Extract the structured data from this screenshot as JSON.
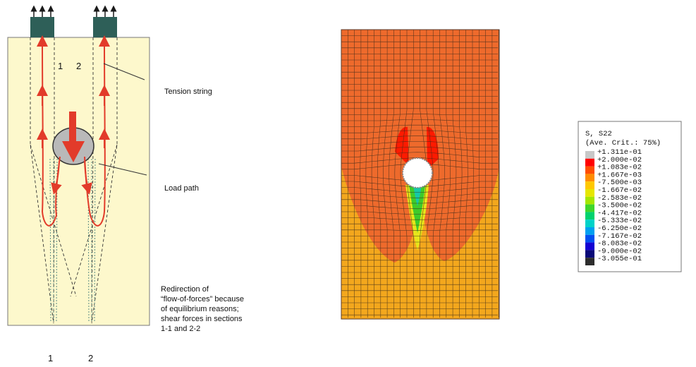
{
  "left_diagram": {
    "section_labels_top": [
      "1",
      "2"
    ],
    "section_labels_bottom": [
      "1",
      "2"
    ],
    "callouts": {
      "tension": "Tension string",
      "load": "Load path"
    },
    "note_lines": [
      "Redirection of",
      "“flow-of-forces” because",
      "of equilibrium reasons;",
      "shear forces in sections",
      "1-1 and 2-2"
    ],
    "colors": {
      "body": "#fdf8cc",
      "anchor": "#2e5f58",
      "force_arrow": "#e23b2a",
      "load_disc": "#b9b9b9"
    }
  },
  "fe_plot": {
    "mesh_colors": {
      "high": "#ee6a2c",
      "mid": "#f3a71d",
      "red": "#ff1a00",
      "green": "#3ecb2b",
      "yellow": "#e6e61b"
    }
  },
  "legend": {
    "title_lines": [
      "S, S22",
      "(Ave. Crit.: 75%)"
    ],
    "entries": [
      {
        "value": "+1.311e-01",
        "color": "#c8c8c8"
      },
      {
        "value": "+2.000e-02",
        "color": "#ff0000"
      },
      {
        "value": "+1.083e-02",
        "color": "#ff4d00"
      },
      {
        "value": "+1.667e-03",
        "color": "#ff8c00"
      },
      {
        "value": "-7.500e-03",
        "color": "#ffc800"
      },
      {
        "value": "-1.667e-02",
        "color": "#e6e600"
      },
      {
        "value": "-2.583e-02",
        "color": "#a5e600"
      },
      {
        "value": "-3.500e-02",
        "color": "#3fd62b"
      },
      {
        "value": "-4.417e-02",
        "color": "#00d26e"
      },
      {
        "value": "-5.333e-02",
        "color": "#00d2c8"
      },
      {
        "value": "-6.250e-02",
        "color": "#00a0f0"
      },
      {
        "value": "-7.167e-02",
        "color": "#0050f0"
      },
      {
        "value": "-8.083e-02",
        "color": "#1400d2"
      },
      {
        "value": "-9.000e-02",
        "color": "#0a0a78"
      },
      {
        "value": "-3.055e-01",
        "color": "#2d2d2d"
      }
    ]
  }
}
